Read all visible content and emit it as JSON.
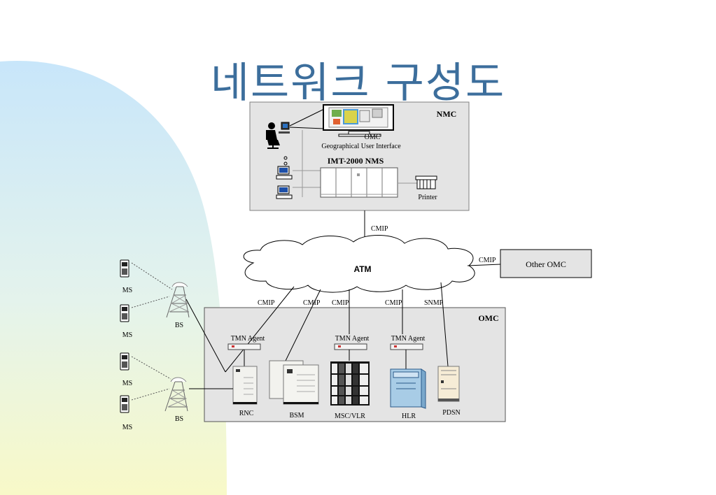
{
  "title": "네트워크 구성도",
  "colors": {
    "title": "#3c6e9c",
    "panel": "#e4e4e4",
    "panel_border": "#808080"
  },
  "nmc": {
    "label": "NMC",
    "monitor_caption": "OMC",
    "gui_caption": "Geographical User Interface",
    "system_label": "IMT-2000 NMS",
    "printer_label": "Printer"
  },
  "links": {
    "nmc_atm": "CMIP",
    "atm_other": "CMIP",
    "atm_rnc": "CMIP",
    "atm_bsm": "CMIP",
    "atm_msc": "CMIP",
    "atm_hlr": "CMIP",
    "atm_pdsn": "SNMP"
  },
  "atm": {
    "label": "ATM"
  },
  "other_omc": {
    "label": "Other OMC"
  },
  "omc": {
    "label": "OMC",
    "agents": [
      "TMN Agent",
      "TMN Agent",
      "TMN Agent"
    ],
    "devices": {
      "rnc": "RNC",
      "bsm": "BSM",
      "msc": "MSC/VLR",
      "hlr": "HLR",
      "pdsn": "PDSN"
    }
  },
  "radio": {
    "ms": [
      "MS",
      "MS",
      "MS",
      "MS"
    ],
    "bs": [
      "BS",
      "BS"
    ]
  }
}
